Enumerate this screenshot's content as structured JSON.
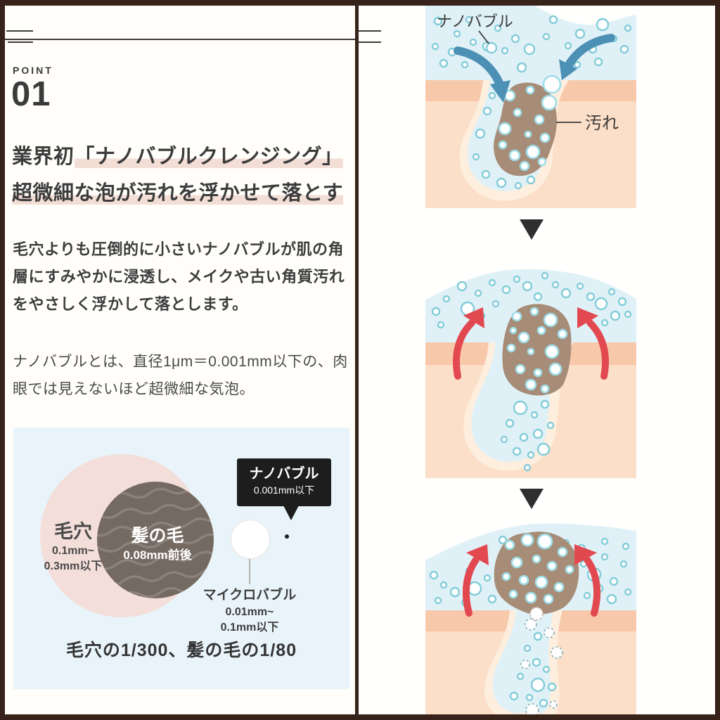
{
  "left": {
    "point_label": "POINT",
    "point_number": "01",
    "title": {
      "prefix": "業界初",
      "highlight": "「ナノバブルクレンジング」",
      "line2": "超微細な泡が汚れを浮かせて落とす"
    },
    "para1": "毛穴よりも圧倒的に小さいナノバブルが肌の角層にすみやかに浸透し、メイクや古い角質汚れをやさしく浮かして落とします。",
    "para2": "ナノバブルとは、直径1μm＝0.001mm以下の、肉眼では見えないほど超微細な気泡。",
    "diagram": {
      "pore_label": "毛穴",
      "pore_size1": "0.1mm~",
      "pore_size2": "0.3mm以下",
      "hair_label": "髪の毛",
      "hair_size": "0.08mm前後",
      "nano_label": "ナノバブル",
      "nano_size": "0.001mm以下",
      "micro_label": "マイクロバブル",
      "micro_size1": "0.01mm~",
      "micro_size2": "0.1mm以下",
      "caption": "毛穴の1/300、髪の毛の1/80"
    }
  },
  "right": {
    "fig1": {
      "nano_label": "ナノバブル",
      "dirt_label": "汚れ"
    }
  },
  "colors": {
    "frame": "#38231a",
    "highlight": "#f3ded6",
    "diagram_bg": "#e9f4fa",
    "pore_circle": "#f3ded9",
    "hair_circle": "#756a61",
    "callout_bg": "#1d1d1d",
    "liquid": "#dff1f7",
    "bubble_stroke": "#83ccd9",
    "skin": "#fcdfc8",
    "skin_band": "#f8c8ab",
    "pore_rim": "#fdeede",
    "dirt": "#a78c77",
    "arrow_blue": "#4d90b5",
    "arrow_red": "#e24850",
    "triangle": "#2f2f2f"
  }
}
